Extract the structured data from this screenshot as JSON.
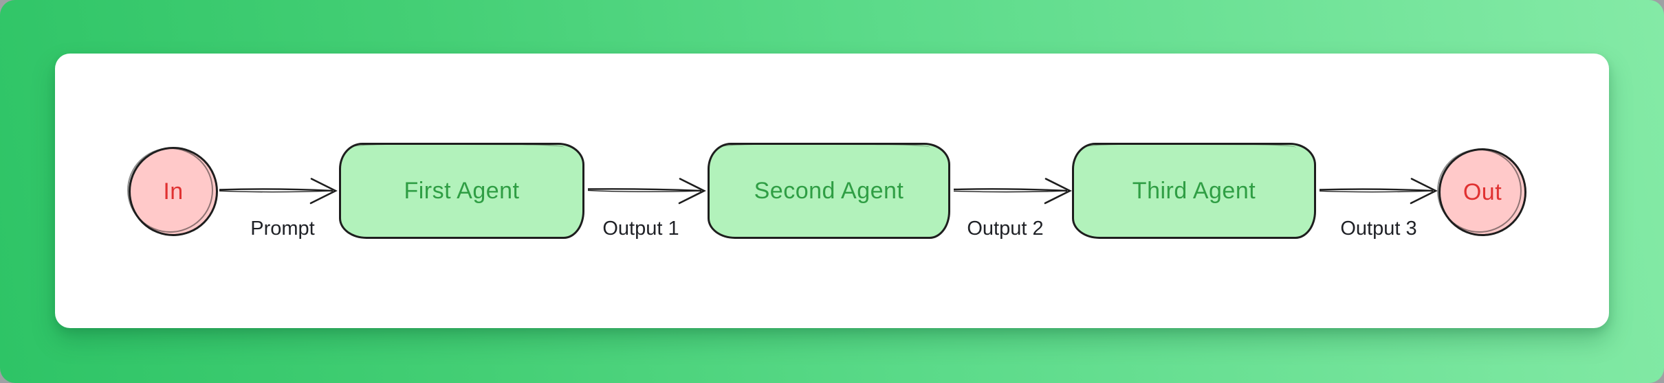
{
  "page": {
    "outside_corner_color": "#9ea1a4",
    "background_gradient": {
      "from": "#2ec466",
      "mid": "#5cdb8a",
      "to": "#84eaa6"
    },
    "card_color": "#ffffff"
  },
  "diagram": {
    "type": "flowchart",
    "style": "hand-drawn",
    "direction": "left-to-right",
    "colors": {
      "node_stroke": "#1e1e1e",
      "box_fill": "#b2f2bb",
      "box_text": "#2f9e44",
      "circle_fill": "#ffc9c9",
      "circle_text": "#e03131",
      "edge_label_text": "#1f2126",
      "arrow_stroke": "#1e1e1e"
    },
    "nodes": [
      {
        "id": "in",
        "shape": "circle",
        "label": "In"
      },
      {
        "id": "first-agent",
        "shape": "rounded-rectangle",
        "label": "First Agent"
      },
      {
        "id": "second-agent",
        "shape": "rounded-rectangle",
        "label": "Second Agent"
      },
      {
        "id": "third-agent",
        "shape": "rounded-rectangle",
        "label": "Third Agent"
      },
      {
        "id": "out",
        "shape": "circle",
        "label": "Out"
      }
    ],
    "edges": [
      {
        "from": "in",
        "to": "first-agent",
        "label": "Prompt"
      },
      {
        "from": "first-agent",
        "to": "second-agent",
        "label": "Output 1"
      },
      {
        "from": "second-agent",
        "to": "third-agent",
        "label": "Output 2"
      },
      {
        "from": "third-agent",
        "to": "out",
        "label": "Output 3"
      }
    ]
  }
}
